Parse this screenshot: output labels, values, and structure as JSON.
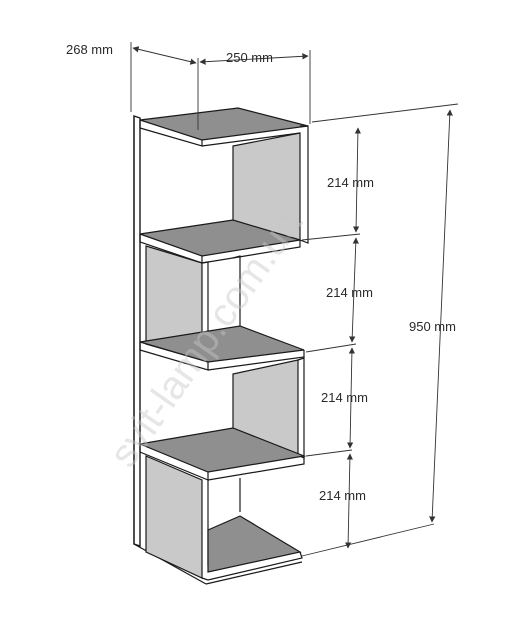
{
  "dimensions": {
    "depth": "268 mm",
    "width": "250 mm",
    "height": "950 mm",
    "section_1": "214 mm",
    "section_2": "214 mm",
    "section_3": "214 mm",
    "section_4": "214 mm"
  },
  "watermark": "svit-lamp.com.ua",
  "colors": {
    "shelf_top": "#8f8f8f",
    "inner_panel": "#c9c9c9",
    "outline": "#1a1a1a"
  }
}
